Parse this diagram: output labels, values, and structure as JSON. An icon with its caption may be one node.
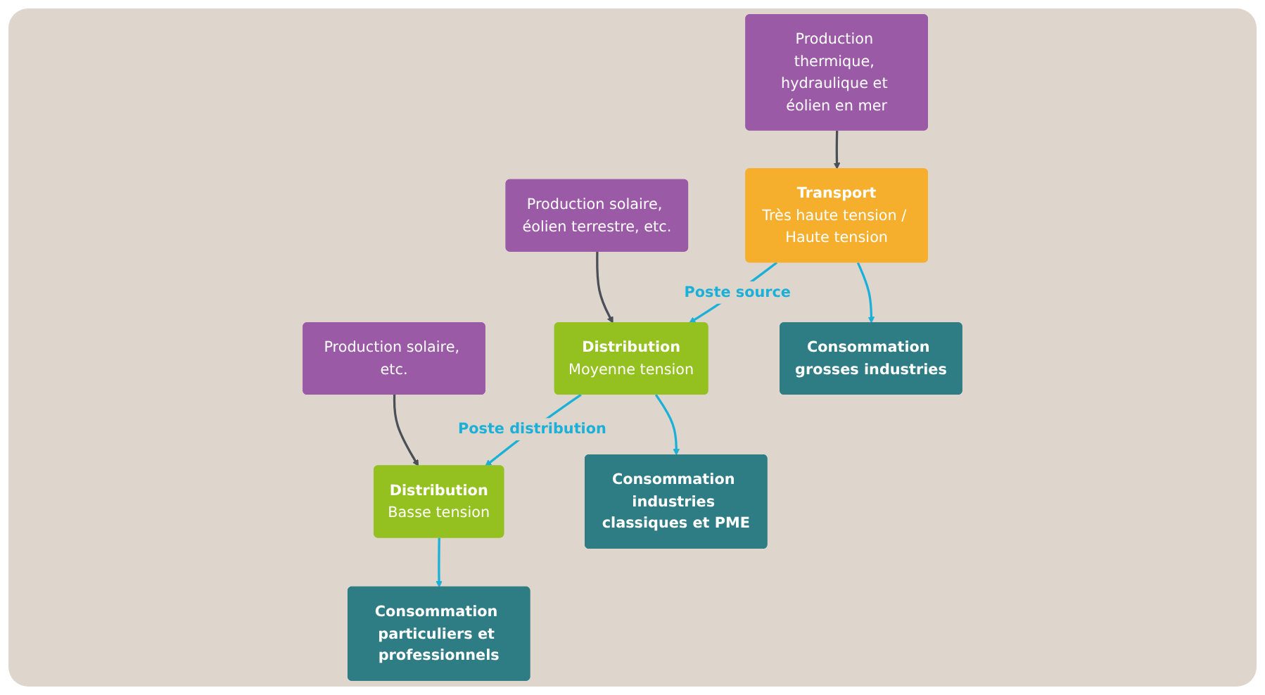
{
  "diagram": {
    "nodes": [
      {
        "text": [
          "Production thermique, hydraulique et éolien en mer"
        ]
      },
      {
        "text": [
          "Production solaire, éolien terrestre, etc."
        ]
      },
      {
        "text": [
          "Production solaire, etc."
        ]
      },
      {
        "text": [
          "Transport",
          "Très haute tension / Haute tension"
        ]
      },
      {
        "text": [
          "Distribution",
          "Moyenne tension"
        ]
      },
      {
        "text": [
          "Distribution",
          "Basse tension"
        ]
      },
      {
        "text": [
          "Consommation grosses industries"
        ]
      },
      {
        "text": [
          "Consommation industries classiques et PME"
        ]
      },
      {
        "text": [
          "Consommation particuliers et professionnels"
        ]
      }
    ],
    "edges": [
      {
        "from": 0,
        "to": 3,
        "arrow": "to",
        "color": "#4b4f58"
      },
      {
        "from": 1,
        "to": 4,
        "arrow": "to",
        "color": "#4b4f58"
      },
      {
        "from": 2,
        "to": 5,
        "arrow": "to",
        "color": "#4b4f58"
      },
      {
        "from": 3,
        "to": 4,
        "arrow": "to",
        "label": "Poste source"
      },
      {
        "from": 4,
        "to": 5,
        "arrow": "to",
        "label": "Poste distribution"
      },
      {
        "from": 3,
        "to": 6,
        "arrow": "to"
      },
      {
        "from": 4,
        "to": 7,
        "arrow": "to"
      },
      {
        "from": 5,
        "to": 8,
        "arrow": "to"
      }
    ]
  }
}
